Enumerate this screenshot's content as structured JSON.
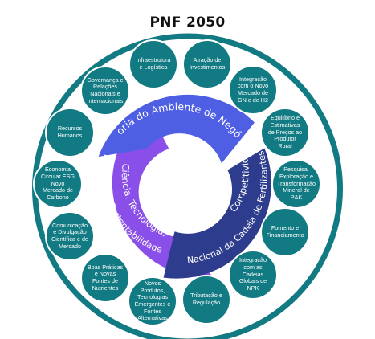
{
  "title": "PNF 2050",
  "colors": {
    "ring": "#117a82",
    "bubble": "#117a82",
    "arc_top": "#4f5fe3",
    "arc_right": "#2e3c8d",
    "arc_left": "#8a4fe8",
    "text": "#ffffff"
  },
  "pillars": {
    "top": "Melhoria do Ambiente de Negócios",
    "right_line1": "Competitividade",
    "right_line2": "Nacional da Cadeia de Fertilizantes",
    "left_line1": "Ciência, Tecnologia,",
    "left_line2": "Inovação e Sustentabilidade"
  },
  "topics": [
    "Infraestrutura e Logística",
    "Atração de Investimentos",
    "Integração com o Novo Mercado de GN e de H2",
    "Equilíbrio e Estimativas de Preços ao Produtor Rural",
    "Pesquisa, Exploração e Transformação Mineral de P&K",
    "Fomento e Financiamento",
    "Integração com as Cadeias Globais de NPK",
    "Tributação e Regulação",
    "Novos Produtos, Tecnologias Emergentes e Fontes Alternativas",
    "Boas Práticas e Novas Fontes de Nutrientes",
    "Comunicação e Divulgação Científica e de Mercado",
    "Economia Circular ESG Novo Mercado de Carbono",
    "Recursos Humanos",
    "Governança e Relações Nacionais e Internacionais"
  ]
}
